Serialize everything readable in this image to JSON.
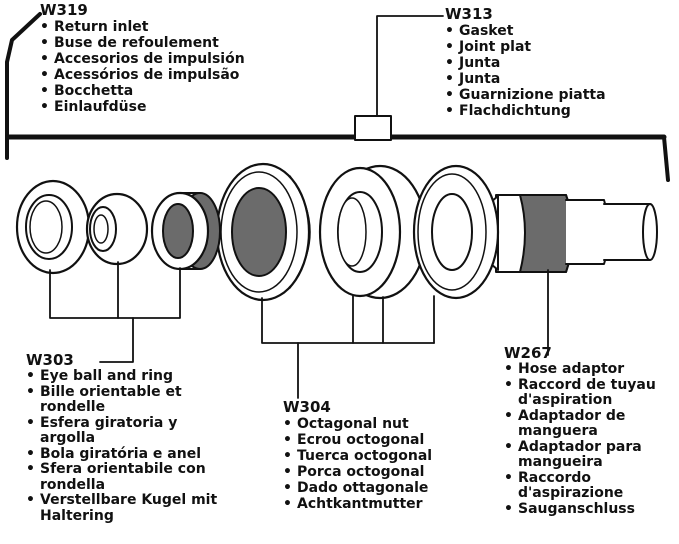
{
  "parts": [
    {
      "id": "w319",
      "code": "W319",
      "items": [
        "Return inlet",
        "Buse de refoulement",
        "Accesorios de impulsión",
        "Acessórios de impulsão",
        "Bocchetta",
        "Einlaufdüse"
      ]
    },
    {
      "id": "w313",
      "code": "W313",
      "items": [
        "Gasket",
        "Joint plat",
        "Junta",
        "Junta",
        "Guarnizione piatta",
        "Flachdichtung"
      ]
    },
    {
      "id": "w303",
      "code": "W303",
      "items": [
        "Eye ball and ring",
        "Bille orientable et rondelle",
        "Esfera giratoria y argolla",
        "Bola giratória e anel",
        "Sfera orientabile con rondella",
        "Verstellbare Kugel mit Haltering"
      ]
    },
    {
      "id": "w304",
      "code": "W304",
      "items": [
        "Octagonal nut",
        "Ecrou octogonal",
        "Tuerca octogonal",
        "Porca octogonal",
        "Dado ottagonale",
        "Achtkantmutter"
      ]
    },
    {
      "id": "w267",
      "code": "W267",
      "items": [
        "Hose adaptor",
        "Raccord de tuyau d'aspiration",
        "Adaptador de manguera",
        "Adaptador para mangueira",
        "Raccordo d'aspirazione",
        "Sauganschluss"
      ]
    }
  ],
  "colors": {
    "ink": "#111111",
    "fill": "#6b6b6b",
    "paper": "#ffffff"
  }
}
